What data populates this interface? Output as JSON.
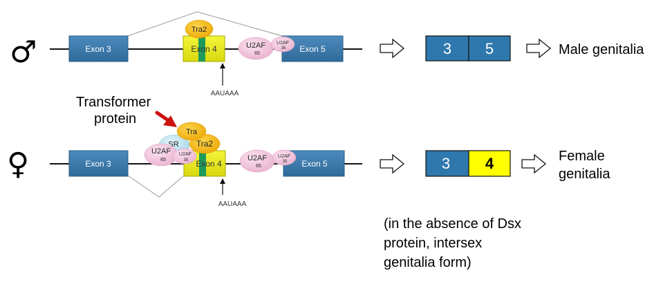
{
  "male": {
    "symbol": "♂",
    "exon3": "Exon 3",
    "exon4": "Exon 4",
    "exon5": "Exon 5",
    "tra2": "Tra2",
    "u2af65": "U2AF",
    "u2af65_sub": "65",
    "u2af35": "U2AF",
    "u2af35_sub": "35",
    "polyA": "AAUAAA",
    "mrna_left": "3",
    "mrna_right": "5",
    "outcome": "Male genitalia"
  },
  "female": {
    "symbol": "♀",
    "exon3": "Exon 3",
    "exon4": "Exon 4",
    "exon5": "Exon 5",
    "tra": "Tra",
    "sr": "SR",
    "tra2": "Tra2",
    "u2af65_left": "U2AF",
    "u2af65_left_sub": "65",
    "u2af35_left": "U2AF",
    "u2af35_left_sub": "35",
    "u2af65_right": "U2AF",
    "u2af65_right_sub": "65",
    "u2af35_right": "U2AF",
    "u2af35_right_sub": "35",
    "polyA": "AAUAAA",
    "mrna_left": "3",
    "mrna_right": "4",
    "outcome_line1": "Female",
    "outcome_line2": "genitalia"
  },
  "transformer_label": {
    "line1": "Transformer",
    "line2": "protein"
  },
  "note": {
    "line1": "(in the absence of Dsx",
    "line2": "protein, intersex",
    "line3": "genitalia form)"
  },
  "colors": {
    "exon_blue": "#3b78a8",
    "exon4_yellow": "#e8e820",
    "green_band": "#1e9a5a",
    "tra_orange": "#f5b818",
    "u2af_pink": "#f2c4dd",
    "sr_blue": "#bfe3ef",
    "mrna_blue": "#2f78ad",
    "mrna_yellow": "#ffff00",
    "arrow_red": "#cc1111"
  }
}
